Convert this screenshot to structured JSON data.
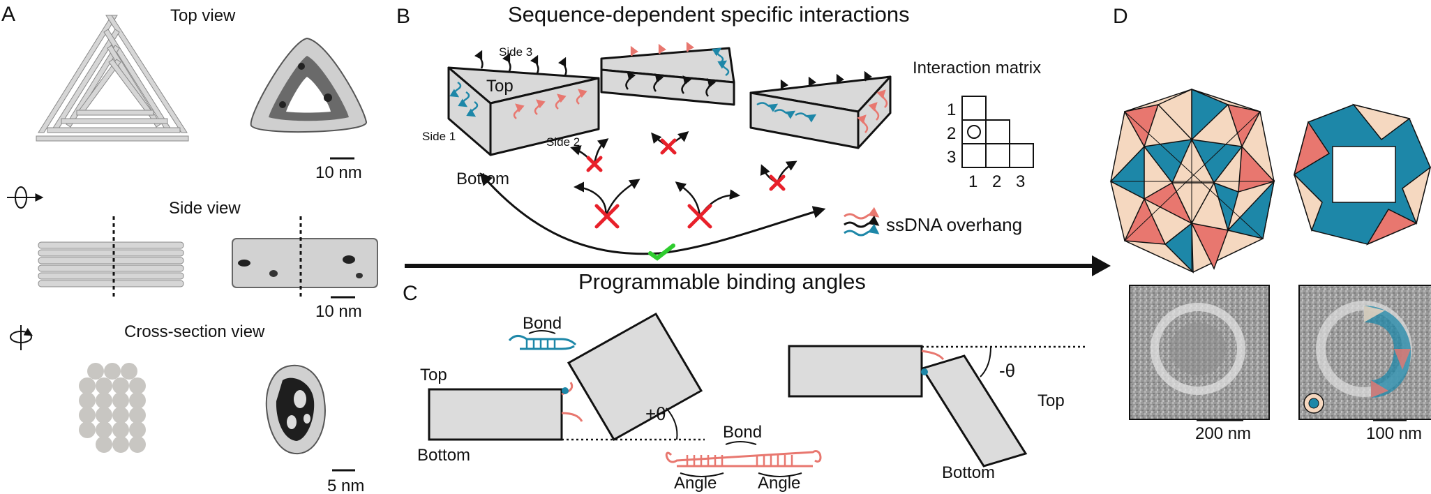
{
  "panels": {
    "a": "A",
    "b": "B",
    "c": "C",
    "d": "D"
  },
  "panel_a": {
    "top_view": "Top view",
    "side_view": "Side view",
    "cross_section_view": "Cross-section view",
    "scale_top": "10 nm",
    "scale_side": "10 nm",
    "scale_cross": "5 nm"
  },
  "panel_b": {
    "title": "Sequence-dependent specific interactions",
    "side1": "Side 1",
    "side2": "Side 2",
    "side3": "Side 3",
    "top": "Top",
    "bottom": "Bottom",
    "matrix_title": "Interaction matrix",
    "matrix_rows": [
      "1",
      "2",
      "3"
    ],
    "matrix_cols": [
      "1",
      "2",
      "3"
    ],
    "overhang_legend": "ssDNA overhang"
  },
  "panel_c": {
    "title": "Programmable binding angles",
    "bond": "Bond",
    "top_left": "Top",
    "bottom_left": "Bottom",
    "plus_theta": "+θ",
    "bond_bottom": "Bond",
    "angle_left": "Angle",
    "angle_right": "Angle",
    "minus_theta": "-θ",
    "top_right": "Top",
    "bottom_right": "Bottom"
  },
  "panel_d": {
    "scale_left": "200 nm",
    "scale_right": "100 nm"
  },
  "colors": {
    "salmon": "#e8776f",
    "teal": "#1d87a8",
    "gray_block": "#dcdcdc",
    "red_x": "#e8202a",
    "green_check": "#2ecc2e"
  }
}
